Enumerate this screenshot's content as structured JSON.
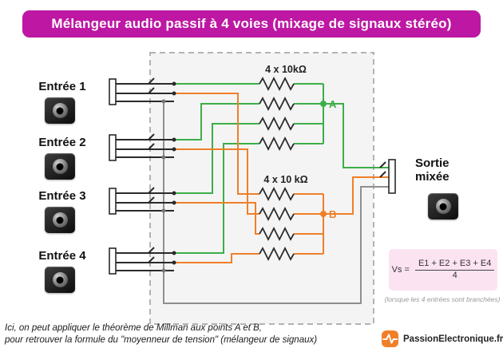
{
  "title": "Mélangeur audio passif à 4 voies (mixage de signaux stéréo)",
  "inputs": [
    {
      "label": "Entrée 1"
    },
    {
      "label": "Entrée 2"
    },
    {
      "label": "Entrée 3"
    },
    {
      "label": "Entrée 4"
    }
  ],
  "circuit": {
    "top_bank_label": "4 x 10kΩ",
    "bottom_bank_label": "4 x 10 kΩ",
    "node_a": "A",
    "node_b": "B"
  },
  "output": {
    "line1": "Sortie",
    "line2": "mixée"
  },
  "formula": {
    "lhs": "Vs =",
    "numerator": "E1 + E2 + E3 + E4",
    "denominator": "4",
    "note": "(lorsque les 4 entrées sont branchées)"
  },
  "footer": {
    "line1": "Ici, on peut appliquer le théorème de Millman aux points A et B,",
    "line2": "pour retrouver la formule du \"moyenneur de tension\" (mélangeur de signaux)"
  },
  "brand": "PassionElectronique.fr",
  "colors": {
    "title_bg": "#bd17a3",
    "wire_green": "#3cae49",
    "wire_orange": "#f07f28",
    "wire_gray": "#8f8f8f",
    "formula_bg": "#fbe3f2"
  }
}
